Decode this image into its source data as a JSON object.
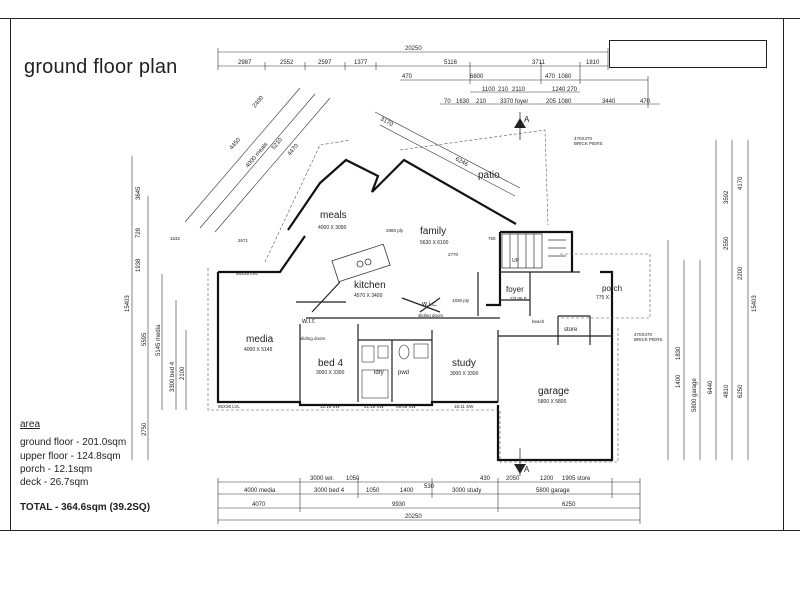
{
  "sheet": {
    "title": "ground floor plan"
  },
  "area": {
    "heading": "area",
    "lines": [
      "ground floor - 201.0sqm",
      "upper floor - 124.8sqm",
      "porch - 12.1sqm",
      "deck - 26.7sqm"
    ],
    "total": "TOTAL - 364.6sqm (39.2SQ)"
  },
  "rooms": {
    "patio": {
      "name": "patio"
    },
    "meals": {
      "name": "meals",
      "size": "4000 X 3090"
    },
    "family": {
      "name": "family",
      "size": "5630 X 6100"
    },
    "kitchen": {
      "name": "kitchen",
      "size": "4570 X 3400"
    },
    "media": {
      "name": "media",
      "size": "4000 X 5145"
    },
    "bed4": {
      "name": "bed 4",
      "size": "3000 X 3300"
    },
    "study": {
      "name": "study",
      "size": "3000 X 3300"
    },
    "garage": {
      "name": "garage",
      "size": "5800 X 5800"
    },
    "foyer": {
      "name": "foyer"
    },
    "porch": {
      "name": "porch",
      "size": "775 X 5"
    },
    "store": {
      "name": "store"
    },
    "wir": {
      "name": "w.i.r."
    },
    "wic": {
      "name": "w.i.c."
    },
    "ldry": {
      "name": "ldry"
    },
    "pwd": {
      "name": "pwd"
    },
    "sliding_doors_1": {
      "name": "sliding doors"
    },
    "sliding_doors_2": {
      "name": "sliding doors"
    },
    "up": {
      "name": "UP"
    },
    "beach": {
      "name": "beach"
    }
  },
  "markers": {
    "section_top": "A",
    "section_bottom": "A"
  },
  "notes": {
    "brick_piers_1": "470X470\nBRICK PIERS",
    "brick_piers_2": "470X470\nBRICK PIERS"
  },
  "dims_top_row1": [
    "2987",
    "2552",
    "2597",
    "1377",
    "5116",
    "3711",
    "1810"
  ],
  "dims_top_overall": "20250",
  "dims_top_row2": [
    "470",
    "6800",
    "470",
    "1080"
  ],
  "dims_top_row3": [
    "1100",
    "210",
    "2110",
    "1240",
    "270"
  ],
  "dims_top_row4": [
    "70",
    "1630",
    "210",
    "3370 foyer",
    "205",
    "1080",
    "3440",
    "470"
  ],
  "dims_bottom_row1": [
    "3000 wir.",
    "1050",
    "430",
    "2050",
    "1200",
    "1905 store"
  ],
  "dims_bottom_row2": [
    "4000 media",
    "3000 bed 4",
    "1050",
    "1400",
    "530",
    "3000 study",
    "5800 garage"
  ],
  "dims_bottom_row3": [
    "4070",
    "9930",
    "6250"
  ],
  "dims_bottom_overall": "20250",
  "dims_left": [
    "3645",
    "728",
    "1938",
    "15403",
    "5595",
    "5145 media",
    "3300 bed 4",
    "2100",
    "2750"
  ],
  "dims_right": [
    "4170",
    "3592",
    "2550",
    "2200",
    "15403",
    "1830",
    "5800 garage",
    "6440",
    "4810",
    "6250",
    "1400"
  ],
  "dims_diagonal_left": [
    "2400",
    "4450",
    "4000 meals",
    "5210",
    "4470"
  ],
  "dims_diagonal_right": [
    "3170",
    "6246"
  ],
  "small_labels": [
    "2671",
    "1532",
    "2860 ply",
    "2770",
    "750",
    "1830 ply",
    "95X36 LVL",
    "21.15 SW",
    "12.18 SW",
    "18.11 SW",
    "09.09 SW",
    "2/3.06 B",
    "95X36 LVL"
  ]
}
